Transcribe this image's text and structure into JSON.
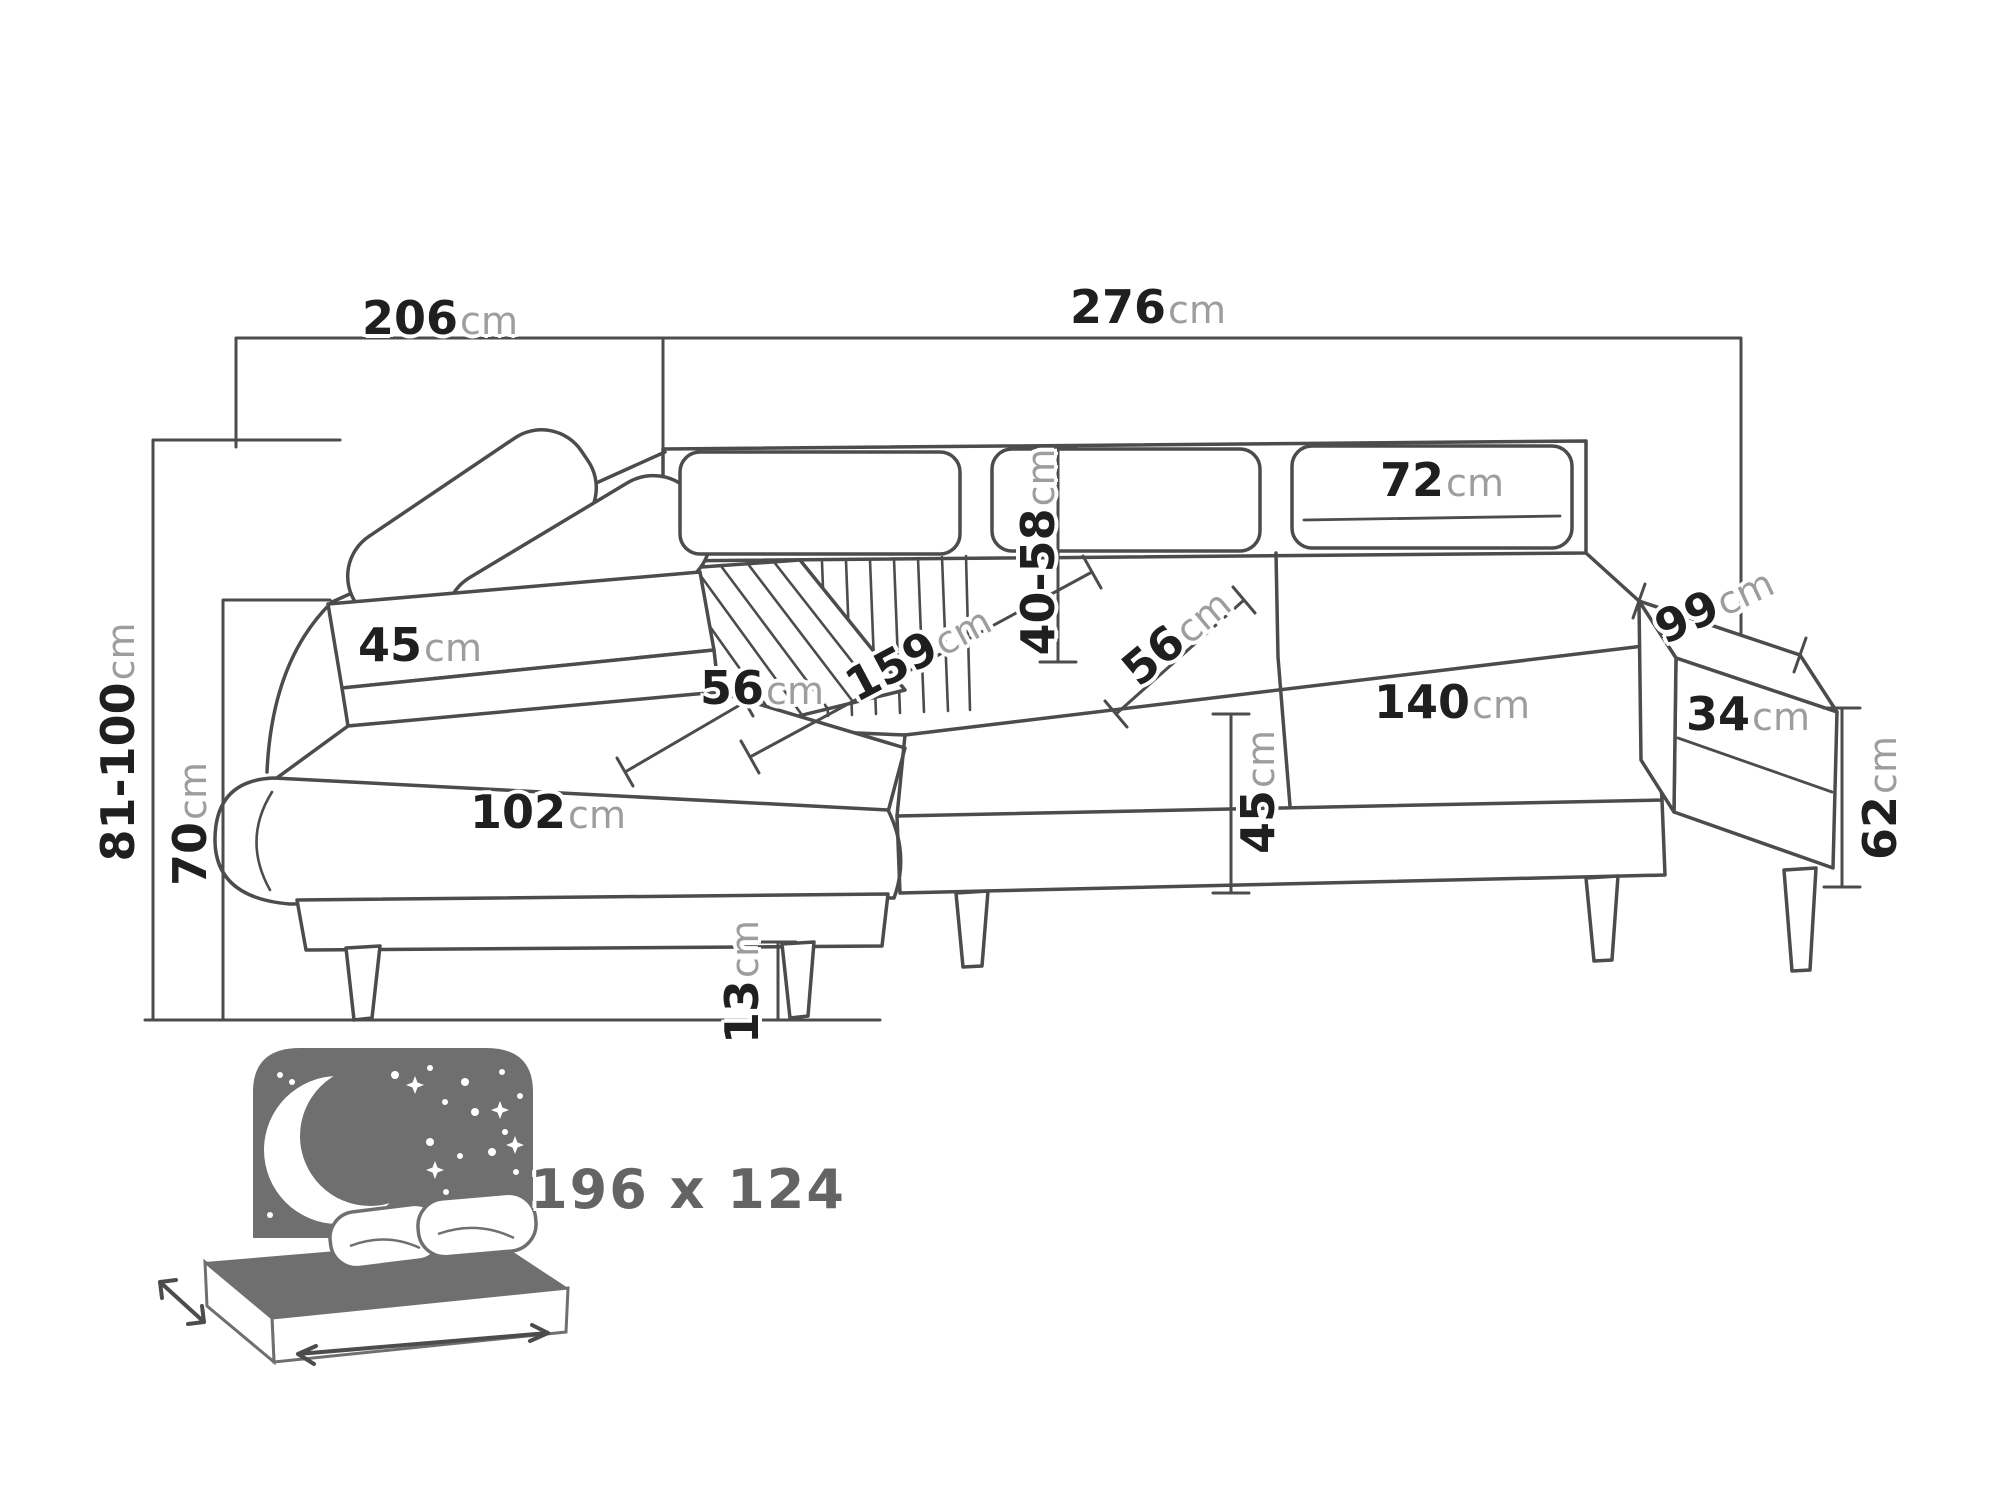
{
  "dimensions": {
    "total_width_left": {
      "num": "206",
      "unit": "cm"
    },
    "total_width_right": {
      "num": "276",
      "unit": "cm"
    },
    "back_height": {
      "num": "81-100",
      "unit": "cm"
    },
    "armrest_front_height": {
      "num": "70",
      "unit": "cm"
    },
    "backrest_top_width": {
      "num": "45",
      "unit": "cm"
    },
    "corner_seat_depth": {
      "num": "56",
      "unit": "cm"
    },
    "chaise_length": {
      "num": "159",
      "unit": "cm"
    },
    "chaise_front_width": {
      "num": "102",
      "unit": "cm"
    },
    "headrest_height_range": {
      "num": "40-58",
      "unit": "cm"
    },
    "seat_depth": {
      "num": "56",
      "unit": "cm"
    },
    "headrest_width": {
      "num": "72",
      "unit": "cm"
    },
    "seat_width": {
      "num": "140",
      "unit": "cm"
    },
    "armrest_length": {
      "num": "99",
      "unit": "cm"
    },
    "armrest_width": {
      "num": "34",
      "unit": "cm"
    },
    "armrest_height": {
      "num": "62",
      "unit": "cm"
    },
    "seat_height": {
      "num": "45",
      "unit": "cm"
    },
    "leg_height": {
      "num": "13",
      "unit": "cm"
    },
    "sleeping_area": {
      "text": "196 x 124"
    }
  },
  "icons": {
    "sleeping_area": "bed-with-starry-headboard-icon"
  },
  "colors": {
    "line": "#4c4c4c",
    "number_text": "#1f1f1f",
    "unit_text": "#9d9d9d",
    "bed_gray": "#6f6f6f",
    "sleeping_text": "#646464"
  }
}
